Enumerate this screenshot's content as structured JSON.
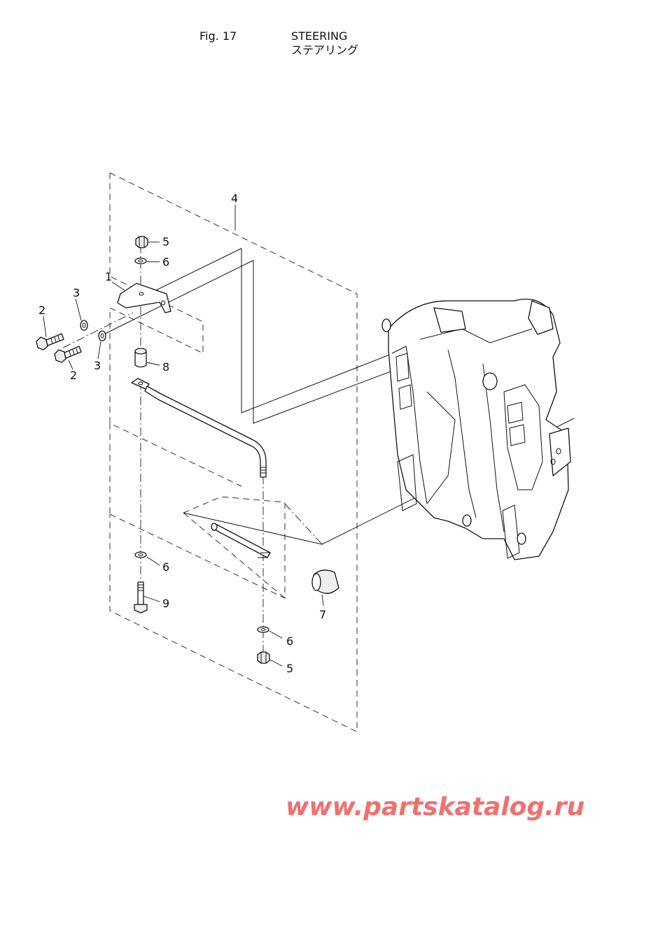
{
  "header": {
    "fig_number": "Fig. 17",
    "title_en": "STEERING",
    "title_jp": "ステアリング"
  },
  "callouts": [
    {
      "id": "c1",
      "label": "1"
    },
    {
      "id": "c2a",
      "label": "2"
    },
    {
      "id": "c2b",
      "label": "2"
    },
    {
      "id": "c3a",
      "label": "3"
    },
    {
      "id": "c3b",
      "label": "3"
    },
    {
      "id": "c4",
      "label": "4"
    },
    {
      "id": "c5a",
      "label": "5"
    },
    {
      "id": "c5b",
      "label": "5"
    },
    {
      "id": "c6a",
      "label": "6"
    },
    {
      "id": "c6b",
      "label": "6"
    },
    {
      "id": "c6c",
      "label": "6"
    },
    {
      "id": "c7",
      "label": "7"
    },
    {
      "id": "c8",
      "label": "8"
    },
    {
      "id": "c9",
      "label": "9"
    }
  ],
  "watermark": "www.partskatalog.ru"
}
